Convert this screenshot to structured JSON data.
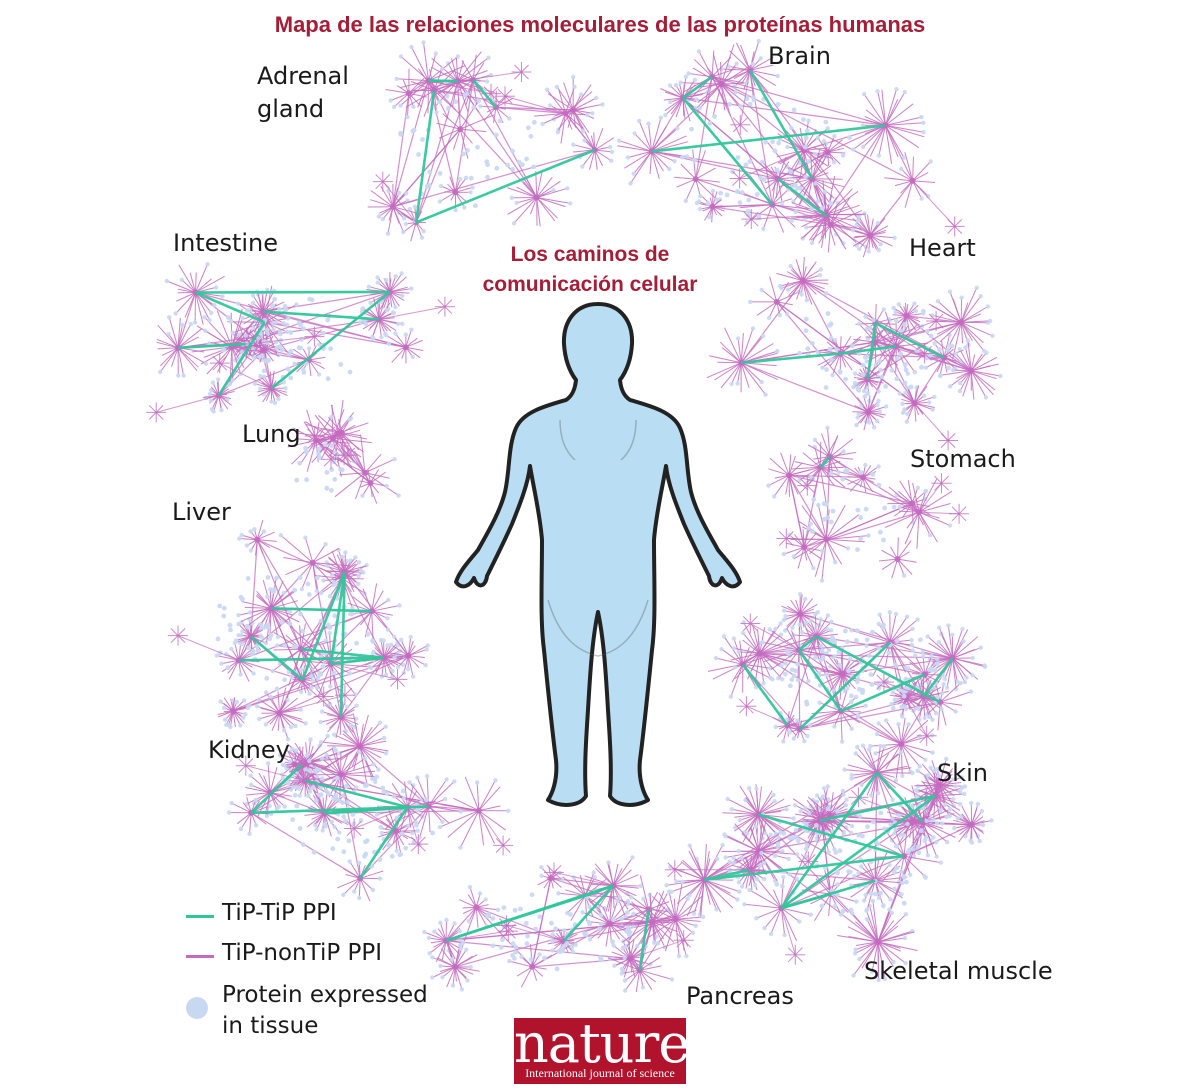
{
  "title": "Mapa de las relaciones moleculares de las proteínas humanas",
  "subtitle_lines": [
    "Los caminos de",
    "comunicación celular"
  ],
  "tissues": {
    "adrenal_gland": [
      "Adrenal",
      "gland"
    ],
    "brain": "Brain",
    "intestine": "Intestine",
    "heart": "Heart",
    "lung": "Lung",
    "stomach": "Stomach",
    "liver": "Liver",
    "skin": "Skin",
    "kidney": "Kidney",
    "skeletal_muscle": "Skeletal muscle",
    "pancreas": "Pancreas"
  },
  "legend": {
    "tip_tip": "TiP-TiP PPI",
    "tip_nontip": "TiP-nonTiP PPI",
    "protein_lines": [
      "Protein expressed",
      "in tissue"
    ]
  },
  "logo": {
    "word": "nature",
    "tagline": "International journal of science"
  },
  "colors": {
    "title": "#a51d36",
    "tip_tip_edge": "#2fc79a",
    "tip_nontip_edge": "#c46bc0",
    "protein_node": "#c9d8f2",
    "body_fill": "#b9def4",
    "body_outline": "#222222",
    "logo_bg": "#b1122c"
  }
}
